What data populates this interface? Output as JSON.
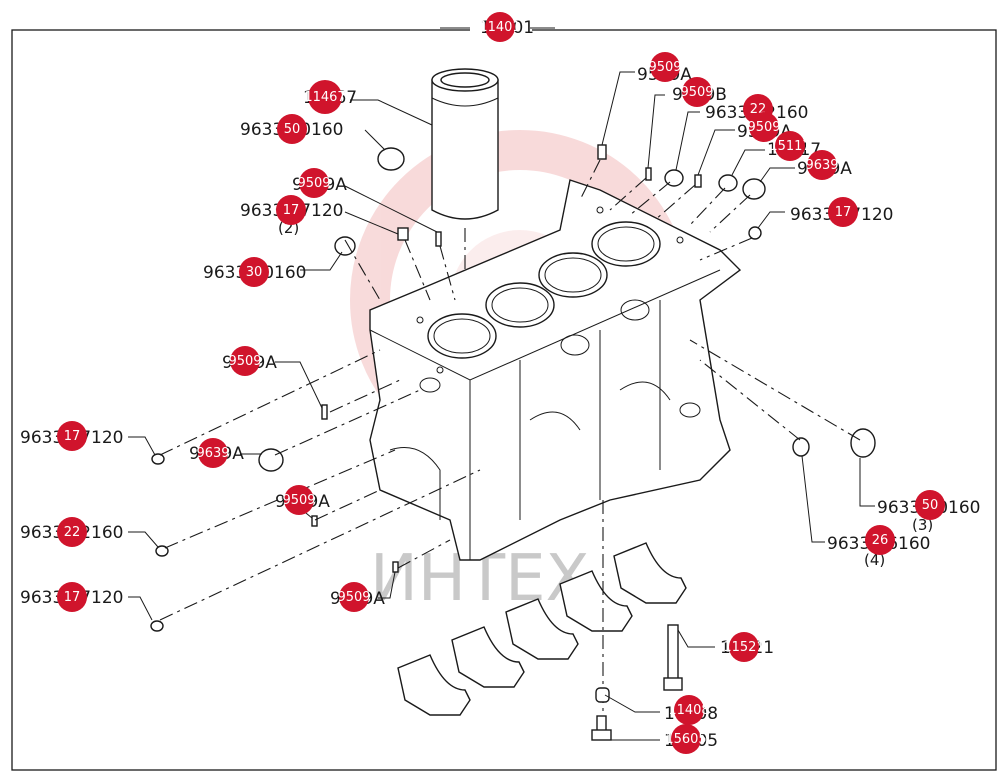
{
  "diagram": {
    "main_label": "11401",
    "watermark": "ИНТЕХ",
    "labels": [
      "11467",
      "9633-50160",
      "9509A",
      "9633-17120",
      "(2)",
      "9633-30160",
      "9509A",
      "9633-17120",
      "9639A",
      "9509A",
      "9633-22160",
      "9633-17120",
      "9509A",
      "9509A",
      "9509B",
      "9633-22160",
      "9509A",
      "15117",
      "9639A",
      "9633-17120",
      "9633-50160",
      "(3)",
      "9633-26160",
      "(4)",
      "11521",
      "11408",
      "15605"
    ],
    "hotspots": [
      "11401",
      "11467",
      "50",
      "9509",
      "17",
      "30",
      "9509",
      "17",
      "9639",
      "9509",
      "22",
      "17",
      "9509",
      "9509",
      "9509",
      "22",
      "9509",
      "15117",
      "9639",
      "17",
      "50",
      "26",
      "11521",
      "11408",
      "15605"
    ]
  }
}
